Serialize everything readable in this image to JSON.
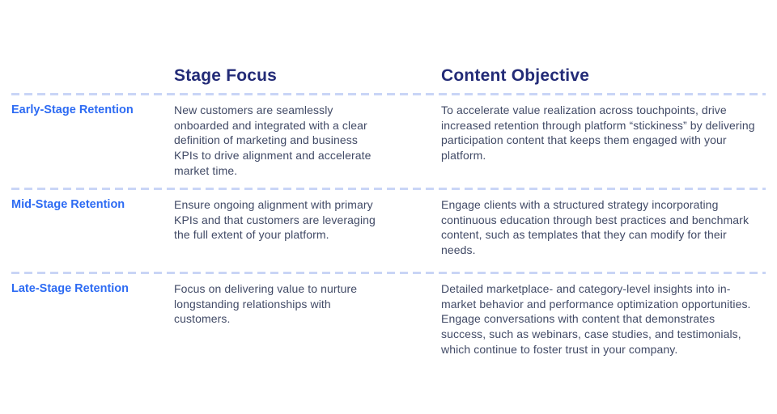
{
  "colors": {
    "background": "#ffffff",
    "header_text": "#232b77",
    "stage_label_text": "#2d6bf3",
    "body_text": "#414a66",
    "divider_dash": "#c9d5f6"
  },
  "table": {
    "columns": [
      {
        "label": ""
      },
      {
        "label": "Stage Focus"
      },
      {
        "label": "Content Objective"
      }
    ],
    "rows": [
      {
        "stage": "Early-Stage Retention",
        "stage_focus": "New customers are seamlessly onboarded and integrated with a clear definition of marketing and business KPIs to drive alignment and accelerate market time.",
        "content_objective": "To accelerate value realization across touchpoints, drive increased retention through platform “stickiness” by delivering participation content that keeps them engaged with your platform."
      },
      {
        "stage": "Mid-Stage Retention",
        "stage_focus": "Ensure ongoing alignment with primary KPIs and that customers are leveraging the full extent of your platform.",
        "content_objective": "Engage clients with a structured strategy incorporating continuous education through best practices and benchmark content, such as templates that they can modify for their needs."
      },
      {
        "stage": "Late-Stage Retention",
        "stage_focus": "Focus on delivering value to nurture longstanding relationships with customers.",
        "content_objective": "Detailed marketplace- and category-level insights into in-market behavior and performance optimization opportunities. Engage conversations with content that demonstrates success, such as webinars, case studies, and testimonials, which continue to foster trust in your company."
      }
    ]
  }
}
